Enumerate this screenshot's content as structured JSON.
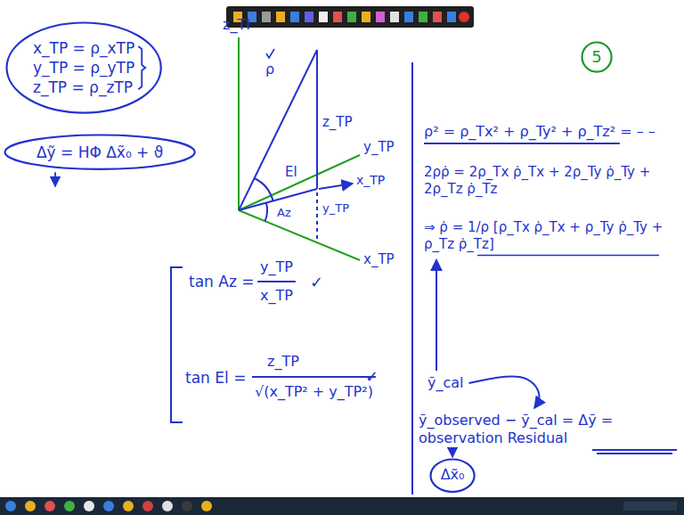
{
  "diagram": {
    "nodes": [
      {
        "text": [
          "x_TP = ρ_xTP",
          "y_TP = ρ_yTP",
          "z_TP = ρ_zTP"
        ]
      },
      {
        "text": [
          "Δỹ = HΦ Δx̃₀ + ϑ"
        ]
      },
      {
        "text": [
          "5"
        ]
      },
      {
        "text": [
          "Δx̃₀"
        ]
      }
    ],
    "labels": [
      "z_TI",
      "ρ",
      "z_TP",
      "y_TP",
      "El",
      "x_TP",
      "Az",
      "y_TP",
      "x_TP",
      "tan Az =",
      "y_TP",
      "x_TP",
      "✓",
      "tan El =",
      "z_TP",
      "√(x_TP² + y_TP²)",
      "✓",
      "ρ² = ρ_Tx² + ρ_Ty² + ρ_Tz² = – –",
      "2ρρ̇ = 2ρ_Tx ρ̇_Tx + 2ρ_Ty ρ̇_Ty + 2ρ_Tz ρ̇_Tz",
      "⇒ ρ̇ = 1/ρ [ρ_Tx ρ̇_Tx + ρ_Ty ρ̇_Ty + ρ_Tz ρ̇_Tz]",
      "ỹ_cal",
      "ỹ_observed − ỹ_cal = Δỹ = observation Residual"
    ]
  }
}
